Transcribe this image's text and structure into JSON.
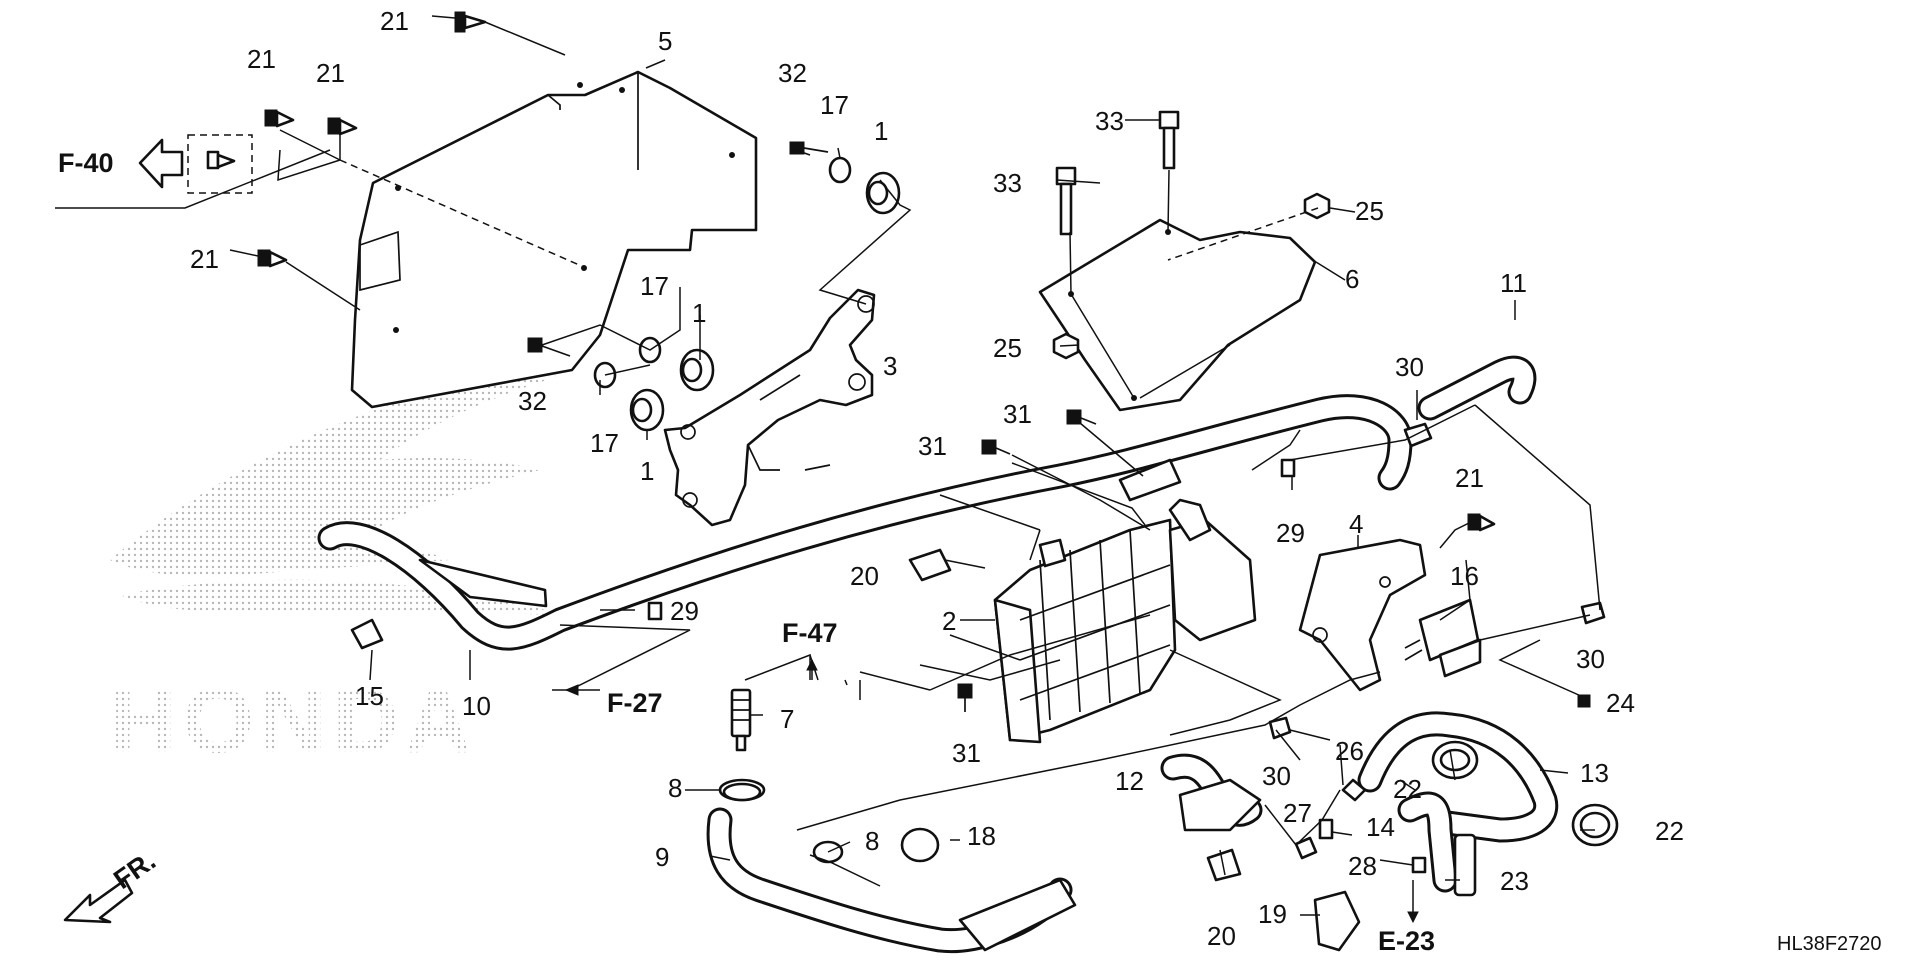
{
  "callouts": [
    {
      "id": "c21a",
      "text": "21"
    },
    {
      "id": "c21b",
      "text": "21"
    },
    {
      "id": "c21c",
      "text": "21"
    },
    {
      "id": "c21d",
      "text": "21"
    },
    {
      "id": "c21e",
      "text": "21"
    },
    {
      "id": "c5",
      "text": "5"
    },
    {
      "id": "c32a",
      "text": "32"
    },
    {
      "id": "c17a",
      "text": "17"
    },
    {
      "id": "c1a",
      "text": "1"
    },
    {
      "id": "c33a",
      "text": "33"
    },
    {
      "id": "c33b",
      "text": "33"
    },
    {
      "id": "c25a",
      "text": "25"
    },
    {
      "id": "c6",
      "text": "6"
    },
    {
      "id": "c25b",
      "text": "25"
    },
    {
      "id": "c11",
      "text": "11"
    },
    {
      "id": "c30a",
      "text": "30"
    },
    {
      "id": "c17b",
      "text": "17"
    },
    {
      "id": "c1b",
      "text": "1"
    },
    {
      "id": "c3",
      "text": "3"
    },
    {
      "id": "c32b",
      "text": "32"
    },
    {
      "id": "c17c",
      "text": "17"
    },
    {
      "id": "c1c",
      "text": "1"
    },
    {
      "id": "c31a",
      "text": "31"
    },
    {
      "id": "c31b",
      "text": "31"
    },
    {
      "id": "c29a",
      "text": "29"
    },
    {
      "id": "c4",
      "text": "4"
    },
    {
      "id": "c20a",
      "text": "20"
    },
    {
      "id": "c16",
      "text": "16"
    },
    {
      "id": "c2",
      "text": "2"
    },
    {
      "id": "c29b",
      "text": "29"
    },
    {
      "id": "c30b",
      "text": "30"
    },
    {
      "id": "c24",
      "text": "24"
    },
    {
      "id": "c15",
      "text": "15"
    },
    {
      "id": "c10",
      "text": "10"
    },
    {
      "id": "c7",
      "text": "7"
    },
    {
      "id": "c31c",
      "text": "31"
    },
    {
      "id": "c30c",
      "text": "30"
    },
    {
      "id": "c26",
      "text": "26"
    },
    {
      "id": "c13",
      "text": "13"
    },
    {
      "id": "c12",
      "text": "12"
    },
    {
      "id": "c22a",
      "text": "22"
    },
    {
      "id": "c22b",
      "text": "22"
    },
    {
      "id": "c8a",
      "text": "8"
    },
    {
      "id": "c27",
      "text": "27"
    },
    {
      "id": "c14",
      "text": "14"
    },
    {
      "id": "c9",
      "text": "9"
    },
    {
      "id": "c8b",
      "text": "8"
    },
    {
      "id": "c18",
      "text": "18"
    },
    {
      "id": "c28",
      "text": "28"
    },
    {
      "id": "c23",
      "text": "23"
    },
    {
      "id": "c20b",
      "text": "20"
    },
    {
      "id": "c19",
      "text": "19"
    }
  ],
  "references": {
    "f40": "F-40",
    "f47": "F-47",
    "f27": "F-27",
    "e23": "E-23",
    "front": "FR."
  },
  "watermark": "HONDA",
  "drawing_code": "HL38F2720",
  "colors": {
    "line": "#111111",
    "background": "#ffffff",
    "watermark": "#b8b8b8"
  }
}
